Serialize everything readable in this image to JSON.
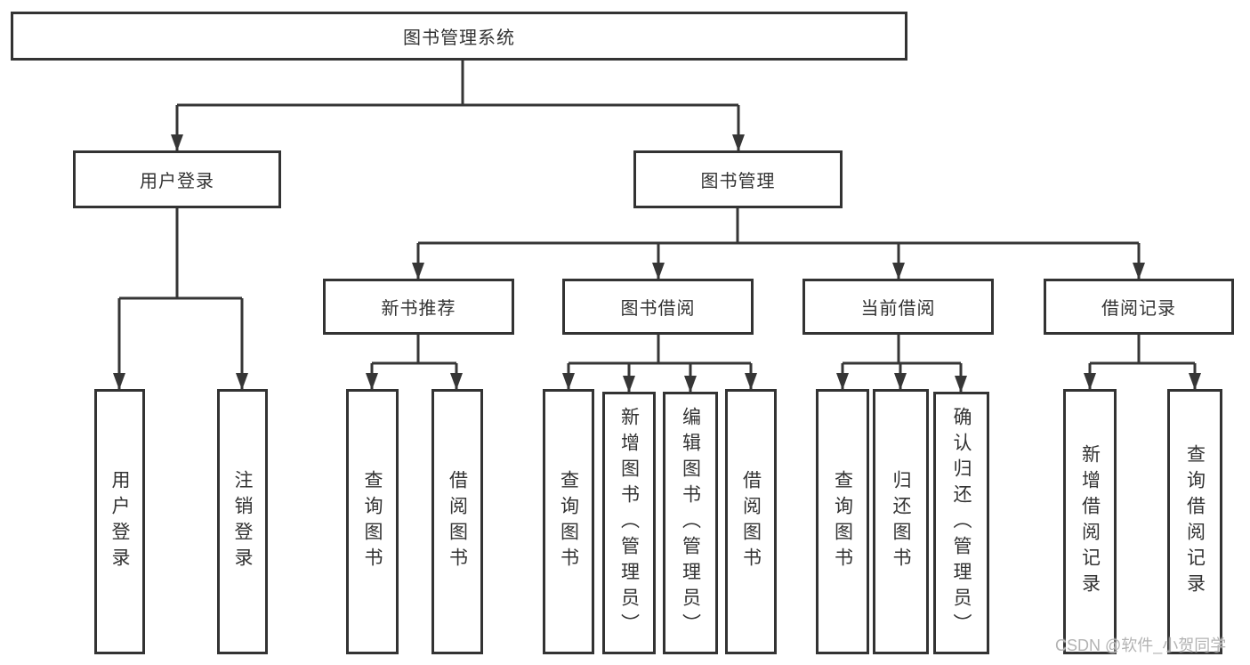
{
  "diagram": {
    "root": {
      "label": "图书管理系统"
    },
    "level2": [
      {
        "label": "用户登录"
      },
      {
        "label": "图书管理"
      }
    ],
    "level3": [
      {
        "label": "新书推荐"
      },
      {
        "label": "图书借阅"
      },
      {
        "label": "当前借阅"
      },
      {
        "label": "借阅记录"
      }
    ],
    "leaves": [
      {
        "label": "用户登录"
      },
      {
        "label": "注销登录"
      },
      {
        "label": "查询图书"
      },
      {
        "label": "借阅图书"
      },
      {
        "label": "查询图书"
      },
      {
        "label": "新增图书（管理员）"
      },
      {
        "label": "编辑图书（管理员）"
      },
      {
        "label": "借阅图书"
      },
      {
        "label": "查询图书"
      },
      {
        "label": "归还图书"
      },
      {
        "label": "确认归还（管理员）"
      },
      {
        "label": "新增借阅记录"
      },
      {
        "label": "查询借阅记录"
      }
    ]
  },
  "watermark": {
    "text": "CSDN @软件_小贺同学"
  },
  "colors": {
    "line": "#363636",
    "box_border": "#333333",
    "text": "#333333",
    "watermark": "#b3b3b3",
    "background": "#ffffff"
  }
}
